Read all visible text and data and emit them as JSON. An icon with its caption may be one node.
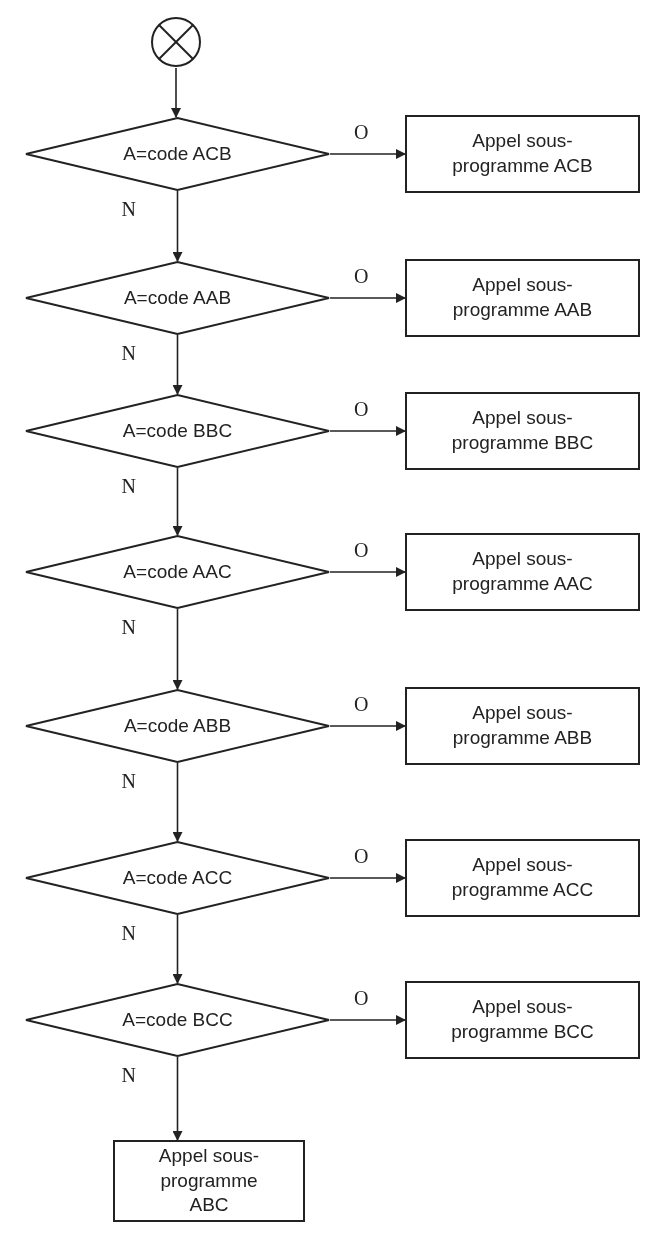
{
  "diagram": {
    "nodes": [
      {
        "text": [],
        "shape": "circle"
      },
      {
        "text": [
          "A=code ACB"
        ]
      },
      {
        "text": [
          "Appel sous-programme ACB"
        ]
      },
      {
        "text": [
          "A=code AAB"
        ]
      },
      {
        "text": [
          "Appel sous-programme AAB"
        ]
      },
      {
        "text": [
          "A=code BBC"
        ]
      },
      {
        "text": [
          "Appel sous-programme BBC"
        ]
      },
      {
        "text": [
          "A=code AAC"
        ]
      },
      {
        "text": [
          "Appel sous-programme AAC"
        ]
      },
      {
        "text": [
          "A=code ABB"
        ]
      },
      {
        "text": [
          "Appel sous-programme ABB"
        ]
      },
      {
        "text": [
          "A=code ACC"
        ]
      },
      {
        "text": [
          "Appel sous-programme ACC"
        ]
      },
      {
        "text": [
          "A=code BCC"
        ]
      },
      {
        "text": [
          "Appel sous-programme BCC"
        ]
      },
      {
        "text": [
          "Appel sous-programme ABC"
        ]
      }
    ],
    "edges": [
      {
        "from": 0,
        "to": 1,
        "arrow": "to"
      },
      {
        "from": 1,
        "to": 2,
        "arrow": "to",
        "label": "O"
      },
      {
        "from": 1,
        "to": 3,
        "arrow": "to",
        "label": "N"
      },
      {
        "from": 3,
        "to": 4,
        "arrow": "to",
        "label": "O"
      },
      {
        "from": 3,
        "to": 5,
        "arrow": "to",
        "label": "N"
      },
      {
        "from": 5,
        "to": 6,
        "arrow": "to",
        "label": "O"
      },
      {
        "from": 5,
        "to": 7,
        "arrow": "to",
        "label": "N"
      },
      {
        "from": 7,
        "to": 8,
        "arrow": "to",
        "label": "O"
      },
      {
        "from": 7,
        "to": 9,
        "arrow": "to",
        "label": "N"
      },
      {
        "from": 9,
        "to": 10,
        "arrow": "to",
        "label": "O"
      },
      {
        "from": 9,
        "to": 11,
        "arrow": "to",
        "label": "N"
      },
      {
        "from": 11,
        "to": 12,
        "arrow": "to",
        "label": "O"
      },
      {
        "from": 11,
        "to": 13,
        "arrow": "to",
        "label": "N"
      },
      {
        "from": 13,
        "to": 14,
        "arrow": "to",
        "label": "O"
      },
      {
        "from": 13,
        "to": 15,
        "arrow": "to",
        "label": "N"
      }
    ]
  }
}
